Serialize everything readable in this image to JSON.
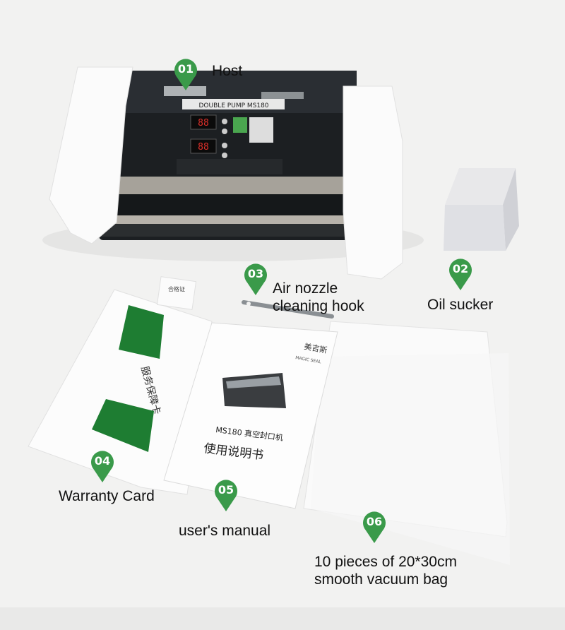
{
  "colors": {
    "pin_green": "#3a9a4a",
    "card_green": "#1e7d32",
    "background": "#f3f3f2"
  },
  "items": [
    {
      "number": "01",
      "label": "Host"
    },
    {
      "number": "02",
      "label": "Oil sucker"
    },
    {
      "number": "03",
      "label_line1": "Air nozzle",
      "label_line2": "cleaning hook"
    },
    {
      "number": "04",
      "label": "Warranty Card"
    },
    {
      "number": "05",
      "label": "user's manual"
    },
    {
      "number": "06",
      "label_line1": "10 pieces of 20*30cm",
      "label_line2": "smooth vacuum bag"
    }
  ],
  "host": {
    "model_label": "DOUBLE PUMP MS180"
  },
  "manual": {
    "brand": "美吉斯",
    "brand_sub": "MAGIC SEAL",
    "model_line": "MS180 真空封口机",
    "title": "使用说明书"
  },
  "warranty_card": {
    "tag_text": "合格证",
    "card_text": "服务保障卡"
  }
}
